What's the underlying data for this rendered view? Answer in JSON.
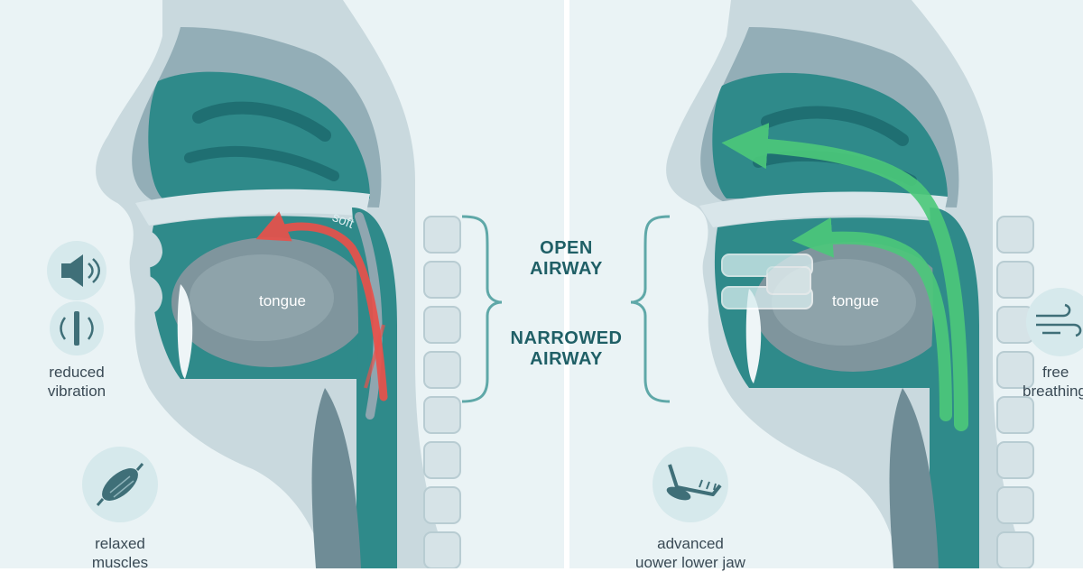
{
  "left_panel": {
    "tongue_label": "tongue",
    "soft_label": "soft",
    "vibration_label_line1": "reduced",
    "vibration_label_line2": "vibration",
    "muscles_label_line1": "relaxed",
    "muscles_label_line2": "muscles",
    "vibration_icon": "speaker-vibration-icon",
    "muscles_icon": "muscle-icon",
    "flow_arrow_color": "#e8514b"
  },
  "center": {
    "open_line1": "OPEN",
    "open_line2": "AIRWAY",
    "narrow_line1": "NARROWED",
    "narrow_line2": "AIRWAY",
    "bracket_color": "#5fa8a8"
  },
  "right_panel": {
    "tongue_label": "tongue",
    "breathing_label_line1": "free",
    "breathing_label_line2": "breathing",
    "jaw_label_line1": "advanced",
    "jaw_label_line2": "uower lower jaw",
    "breathing_icon": "wind-icon",
    "jaw_icon": "jaw-icon",
    "flow_arrow_color": "#4cc97a"
  },
  "colors": {
    "airway_teal": "#2f8a8a",
    "tissue_gray": "#8fa6b0",
    "background": "#eaf3f5"
  }
}
